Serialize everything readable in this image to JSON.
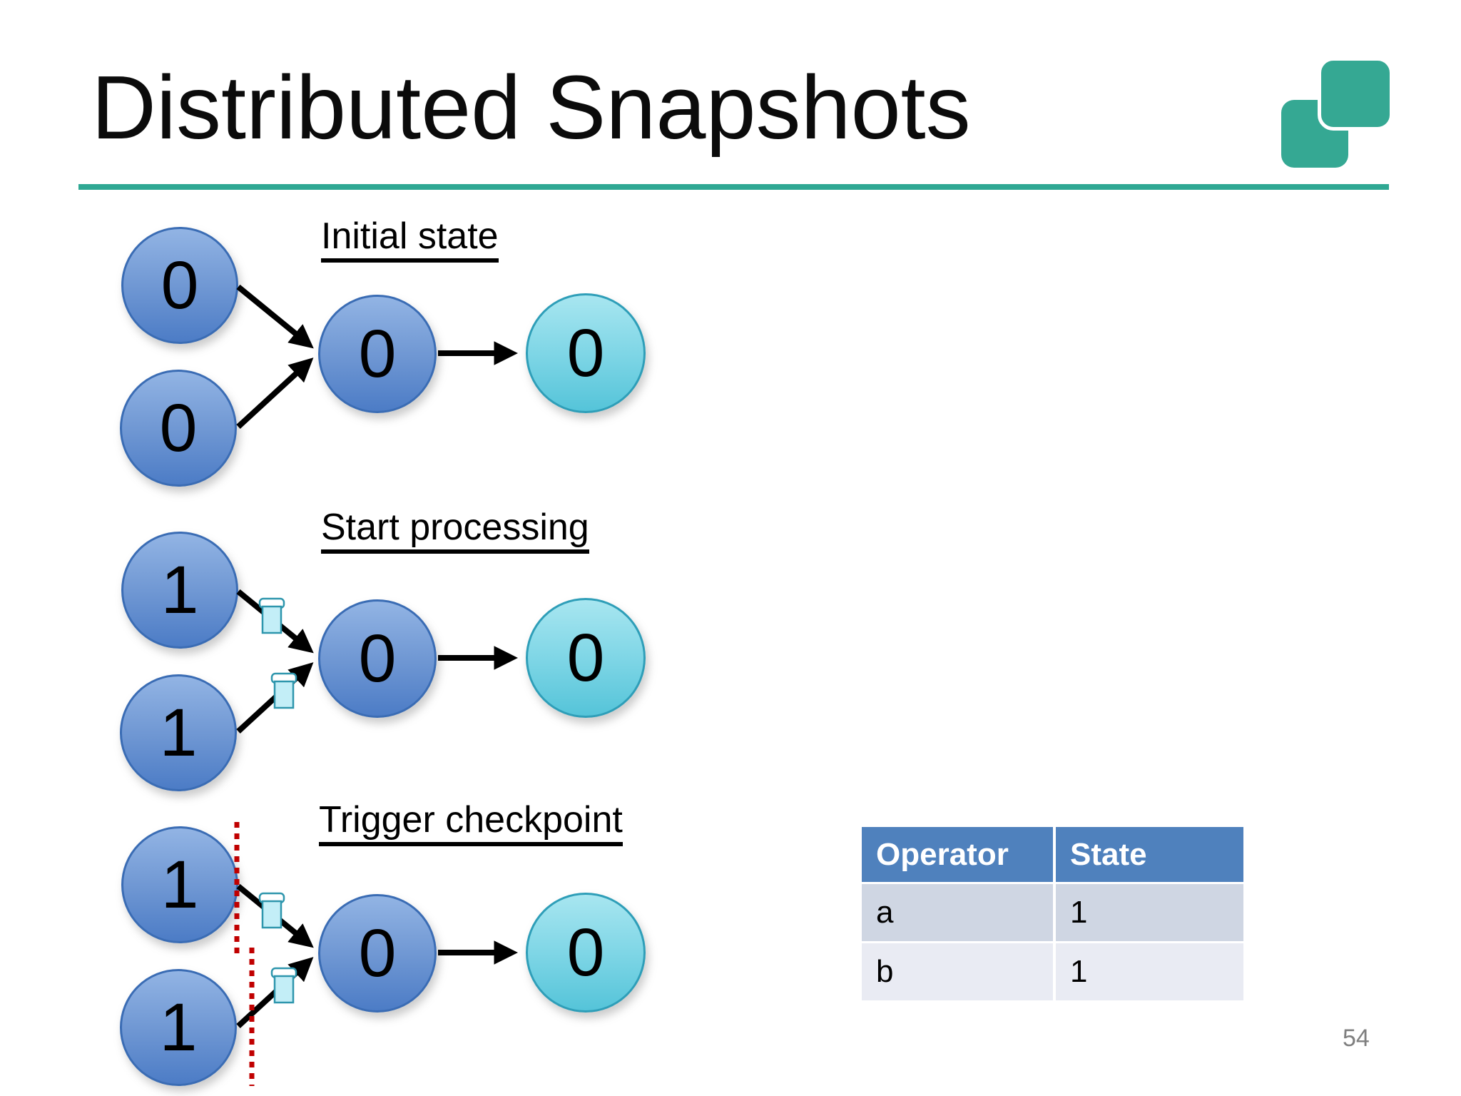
{
  "slide": {
    "title": "Distributed Snapshots",
    "page_number": "54",
    "logo": "two-overlapping-teal-rounded-squares"
  },
  "diagrams": [
    {
      "label": "Initial state",
      "sources": [
        "0",
        "0"
      ],
      "operator": "0",
      "sink": "0",
      "barriers": false,
      "checkpoint_lines": false
    },
    {
      "label": "Start processing",
      "sources": [
        "1",
        "1"
      ],
      "operator": "0",
      "sink": "0",
      "barriers": true,
      "checkpoint_lines": false
    },
    {
      "label": "Trigger checkpoint",
      "sources": [
        "1",
        "1"
      ],
      "operator": "0",
      "sink": "0",
      "barriers": true,
      "checkpoint_lines": true
    }
  ],
  "table": {
    "headers": [
      "Operator",
      "State"
    ],
    "rows": [
      [
        "a",
        "1"
      ],
      [
        "b",
        "1"
      ]
    ]
  },
  "colors": {
    "accent_teal": "#2FA893",
    "node_blue_top": "#92B4E4",
    "node_blue_bottom": "#4C7CC6",
    "node_blue_border": "#3A6CB4",
    "node_cyan_top": "#A8E6F0",
    "node_cyan_bottom": "#55C4D9",
    "barrier_fill": "#C3EEF7",
    "barrier_border": "#2E96AD",
    "checkpoint_red": "#C00000",
    "table_header_bg": "#4F81BD",
    "table_row_a_bg": "#CFD6E3",
    "table_row_b_bg": "#E9EBF3",
    "page_number_gray": "#7F7F7F"
  }
}
